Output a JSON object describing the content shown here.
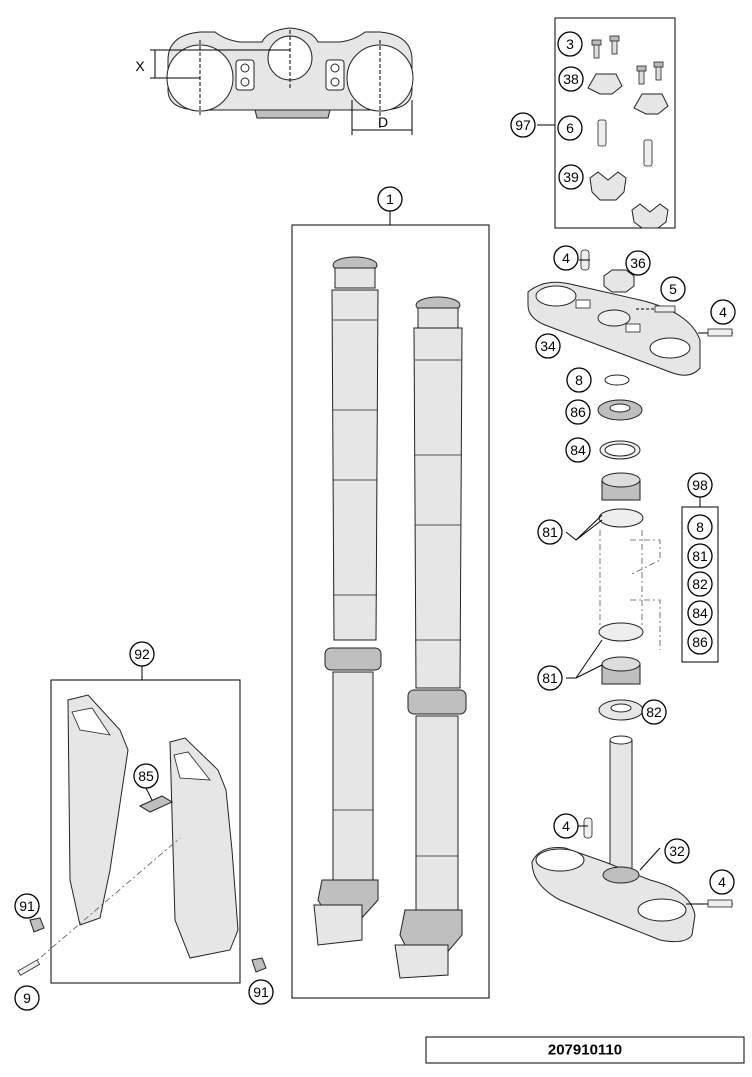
{
  "diagram_id": "207910110",
  "dimension_labels": {
    "x": "X",
    "d": "D"
  },
  "callouts": {
    "fork_assembly": "1",
    "bolt_3": "3",
    "clamp_38": "38",
    "bolt_6": "6",
    "clamp_39": "39",
    "kit_97": "97",
    "screw_4_top": "4",
    "nut_36": "36",
    "bolt_5": "5",
    "screw_4_top_right": "4",
    "upper_triple_34": "34",
    "oring_8": "8",
    "seal_86": "86",
    "ring_84": "84",
    "bearing_81_upper": "81",
    "kit_98": "98",
    "kit_98_item_8": "8",
    "kit_98_item_81": "81",
    "kit_98_item_82": "82",
    "kit_98_item_84": "84",
    "kit_98_item_86": "86",
    "bearing_81_lower": "81",
    "seal_82": "82",
    "screw_4_lower_left": "4",
    "lower_triple_32": "32",
    "screw_4_lower_right": "4",
    "fork_guard_kit_92": "92",
    "cable_guide_85": "85",
    "screw_91_left": "91",
    "screw_9": "9",
    "screw_91_right": "91"
  }
}
